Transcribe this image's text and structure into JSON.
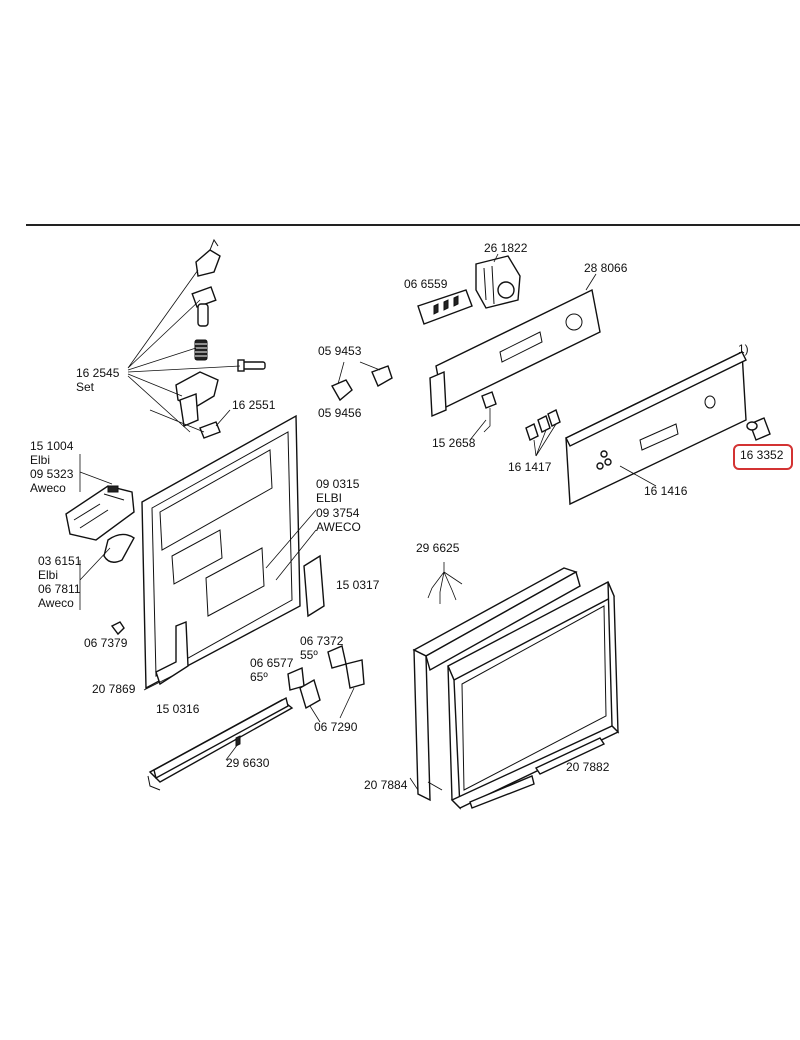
{
  "labels": {
    "l162545": "16 2545",
    "lset": "Set",
    "l162551": "16 2551",
    "l151004": "15 1004",
    "lelbi1": "Elbi",
    "l095323": "09 5323",
    "laweco1": "Aweco",
    "l036151": "03 6151",
    "lelbi2": "Elbi",
    "l067811": "06 7811",
    "laweco2": "Aweco",
    "l067379": "06 7379",
    "l207869": "20 7869",
    "l150316": "15 0316",
    "l059453": "05 9453",
    "l059456": "05 9456",
    "l090315": "09 0315",
    "lELBI": "ELBI",
    "l093754": "09 3754",
    "lAWECO": "AWECO",
    "l150317": "15 0317",
    "l067372": "06 7372",
    "l55": "55º",
    "l066577": "06 6577",
    "l65": "65º",
    "l067290": "06 7290",
    "l296630": "29 6630",
    "l261822": "26 1822",
    "l066559": "06 6559",
    "l288066": "28 8066",
    "l152658": "15 2658",
    "l161417": "16 1417",
    "l161416": "16 1416",
    "l1": "1)",
    "l163352": "16 3352",
    "l296625": "29 6625",
    "l207884": "20 7884",
    "l207882": "20 7882"
  },
  "highlight": {
    "part": "16 3352",
    "color": "#d33333"
  }
}
